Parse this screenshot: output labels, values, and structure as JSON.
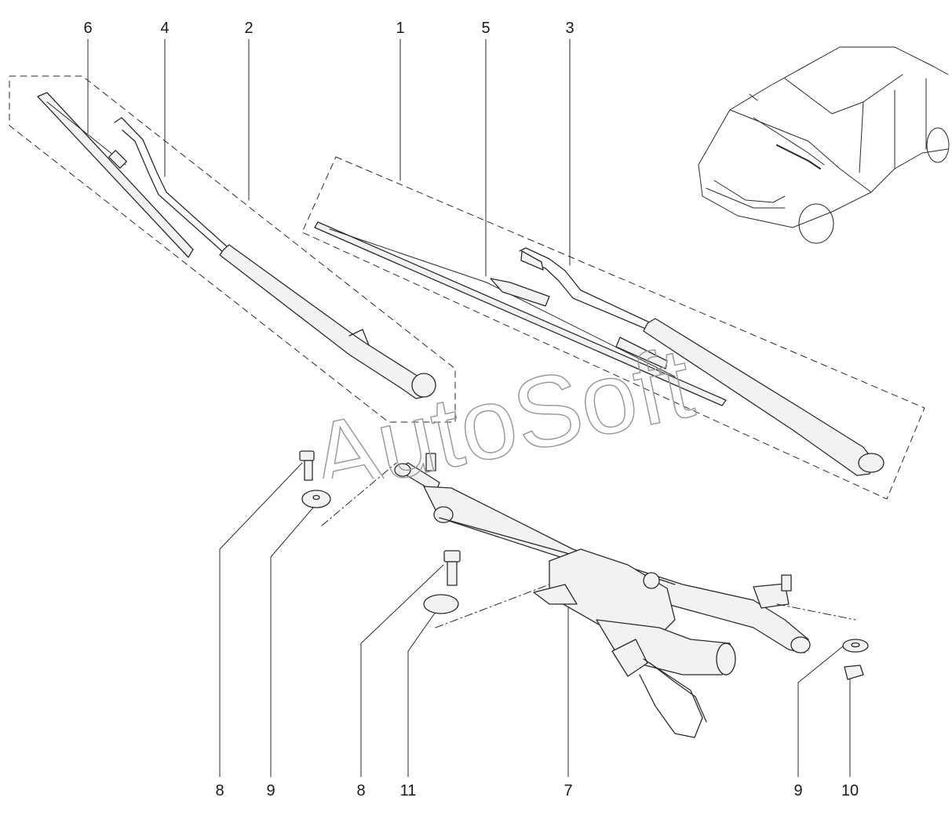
{
  "callouts": {
    "top": [
      "6",
      "4",
      "2",
      "1",
      "5",
      "3"
    ],
    "bottom": [
      "8",
      "9",
      "8",
      "11",
      "7",
      "9",
      "10"
    ]
  },
  "watermark": {
    "text": "AutoSoft"
  },
  "colors": {
    "line": "#2a2a2a",
    "fill": "#f2f2f2",
    "watermark_stroke": "#9a9a9a"
  }
}
